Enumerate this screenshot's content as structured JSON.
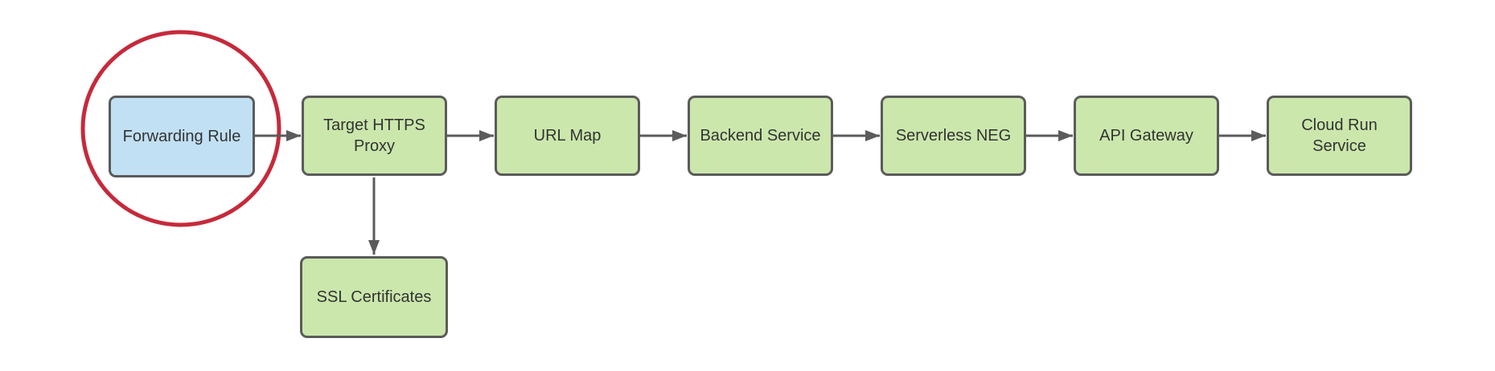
{
  "diagram": {
    "type": "flowchart",
    "background": "#ffffff",
    "nodes": [
      {
        "id": "forwarding-rule",
        "label": "Forwarding Rule",
        "shape": "rounded-rect",
        "fill": "#c1e0f3",
        "highlighted": true
      },
      {
        "id": "target-https-proxy",
        "label": "Target HTTPS Proxy",
        "shape": "rounded-rect",
        "fill": "#cbe7ac",
        "highlighted": false
      },
      {
        "id": "url-map",
        "label": "URL Map",
        "shape": "rounded-rect",
        "fill": "#cbe7ac",
        "highlighted": false
      },
      {
        "id": "backend-service",
        "label": "Backend Service",
        "shape": "rounded-rect",
        "fill": "#cbe7ac",
        "highlighted": false
      },
      {
        "id": "serverless-neg",
        "label": "Serverless NEG",
        "shape": "rounded-rect",
        "fill": "#cbe7ac",
        "highlighted": false
      },
      {
        "id": "api-gateway",
        "label": "API Gateway",
        "shape": "rounded-rect",
        "fill": "#cbe7ac",
        "highlighted": false
      },
      {
        "id": "cloud-run-service",
        "label": "Cloud Run Service",
        "shape": "rounded-rect",
        "fill": "#cbe7ac",
        "highlighted": false
      },
      {
        "id": "ssl-certificates",
        "label": "SSL Certificates",
        "shape": "rounded-rect",
        "fill": "#cbe7ac",
        "highlighted": false
      }
    ],
    "edges": [
      {
        "from": "forwarding-rule",
        "to": "target-https-proxy",
        "direction": "right"
      },
      {
        "from": "target-https-proxy",
        "to": "url-map",
        "direction": "right"
      },
      {
        "from": "url-map",
        "to": "backend-service",
        "direction": "right"
      },
      {
        "from": "backend-service",
        "to": "serverless-neg",
        "direction": "right"
      },
      {
        "from": "serverless-neg",
        "to": "api-gateway",
        "direction": "right"
      },
      {
        "from": "api-gateway",
        "to": "cloud-run-service",
        "direction": "right"
      },
      {
        "from": "target-https-proxy",
        "to": "ssl-certificates",
        "direction": "down"
      }
    ],
    "annotations": [
      {
        "type": "circle-highlight",
        "target": "forwarding-rule",
        "stroke": "#c52a3b"
      }
    ],
    "colors": {
      "node_border": "#5b5b5b",
      "edge": "#5b5b5b",
      "text": "#333333",
      "green_fill": "#cbe7ac",
      "blue_fill": "#c1e0f3",
      "highlight_red": "#c52a3b"
    }
  }
}
